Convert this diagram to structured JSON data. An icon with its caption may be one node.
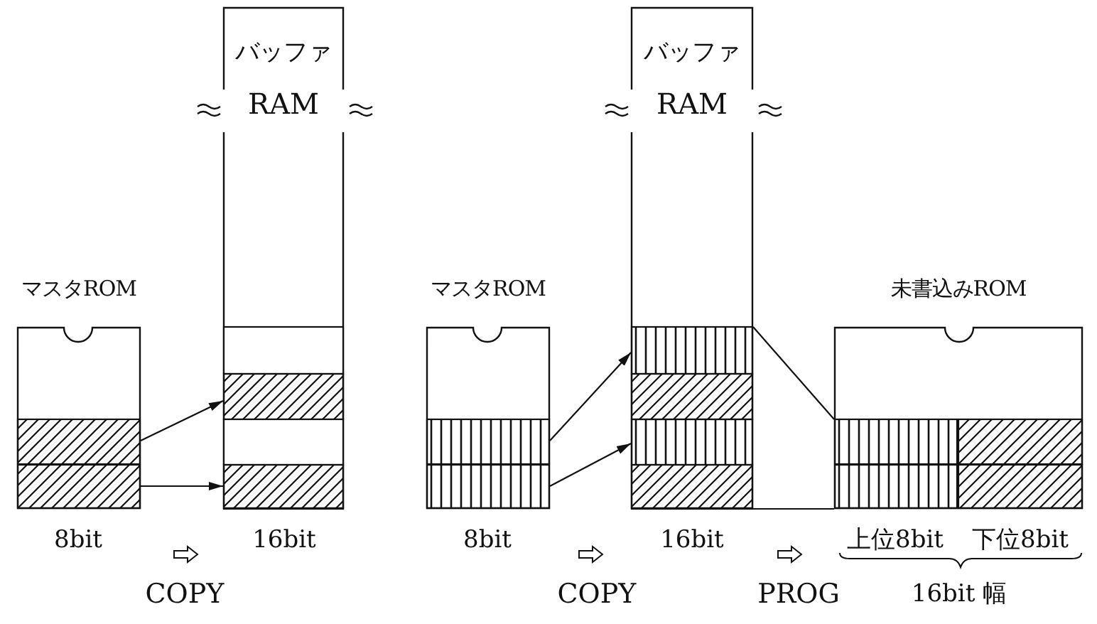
{
  "diagram": {
    "nodes": [
      {
        "text": [
          "マスタROM"
        ],
        "beside": [
          "8bit"
        ]
      },
      {
        "text": [
          "バッファ",
          "RAM"
        ],
        "beside": [
          "16bit"
        ]
      },
      {
        "text": [
          "マスタROM"
        ],
        "beside": [
          "8bit"
        ]
      },
      {
        "text": [
          "バッファ",
          "RAM"
        ],
        "beside": [
          "16bit"
        ]
      },
      {
        "text": [
          "未書込みROM"
        ],
        "beside": [
          "上位8bit",
          "下位8bit",
          "16bit 幅"
        ]
      }
    ],
    "edges": [
      {
        "from": 0,
        "to": 1,
        "arrow": "to"
      },
      {
        "from": 0,
        "to": 1,
        "arrow": "to"
      },
      {
        "from": 2,
        "to": 3,
        "arrow": "to"
      },
      {
        "from": 2,
        "to": 3,
        "arrow": "to"
      },
      {
        "from": 3,
        "to": 4,
        "arrow": "none"
      },
      {
        "from": 3,
        "to": 4,
        "arrow": "none"
      }
    ],
    "labels": [
      "COPY",
      "COPY",
      "PROG"
    ]
  }
}
